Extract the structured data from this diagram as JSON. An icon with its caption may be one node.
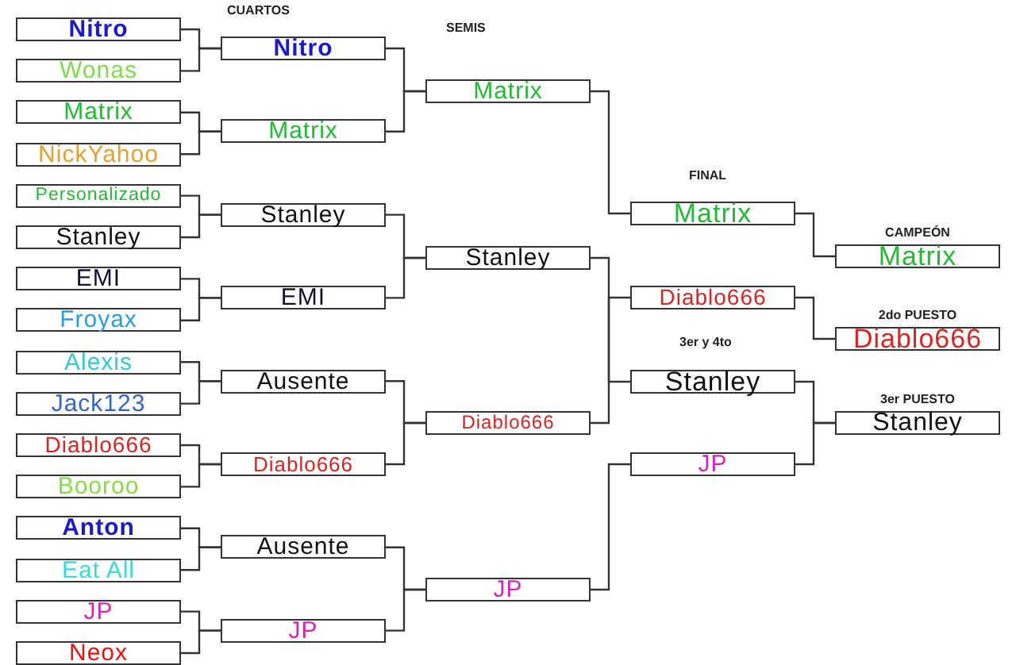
{
  "diagram": {
    "nodes": [
      {
        "text": [
          "Nitro"
        ]
      },
      {
        "text": [
          "Wonas"
        ]
      },
      {
        "text": [
          "Matrix"
        ]
      },
      {
        "text": [
          "NickYahoo"
        ]
      },
      {
        "text": [
          "Personalizado"
        ]
      },
      {
        "text": [
          "Stanley"
        ]
      },
      {
        "text": [
          "EMI"
        ]
      },
      {
        "text": [
          "Froyax"
        ]
      },
      {
        "text": [
          "Alexis"
        ]
      },
      {
        "text": [
          "Jack123"
        ]
      },
      {
        "text": [
          "Diablo666"
        ]
      },
      {
        "text": [
          "Booroo"
        ]
      },
      {
        "text": [
          "Anton"
        ]
      },
      {
        "text": [
          "Eat All"
        ]
      },
      {
        "text": [
          "JP"
        ]
      },
      {
        "text": [
          "Neox"
        ]
      },
      {
        "text": [
          "Nitro"
        ]
      },
      {
        "text": [
          "Matrix"
        ]
      },
      {
        "text": [
          "Stanley"
        ]
      },
      {
        "text": [
          "EMI"
        ]
      },
      {
        "text": [
          "Ausente"
        ]
      },
      {
        "text": [
          "Diablo666"
        ]
      },
      {
        "text": [
          "Ausente"
        ]
      },
      {
        "text": [
          "JP"
        ]
      },
      {
        "text": [
          "Matrix"
        ]
      },
      {
        "text": [
          "Stanley"
        ]
      },
      {
        "text": [
          "Diablo666"
        ]
      },
      {
        "text": [
          "JP"
        ]
      },
      {
        "text": [
          "Matrix"
        ]
      },
      {
        "text": [
          "Diablo666"
        ]
      },
      {
        "text": [
          "Stanley"
        ]
      },
      {
        "text": [
          "JP"
        ]
      },
      {
        "text": [
          "CAMPEÓN",
          "Matrix"
        ]
      },
      {
        "text": [
          "2do PUESTO",
          "Diablo666"
        ]
      },
      {
        "text": [
          "3er PUESTO",
          "Stanley"
        ]
      }
    ],
    "edges": [
      {
        "from": 0,
        "to": 16,
        "arrow": "none"
      },
      {
        "from": 1,
        "to": 16,
        "arrow": "none"
      },
      {
        "from": 2,
        "to": 17,
        "arrow": "none"
      },
      {
        "from": 3,
        "to": 17,
        "arrow": "none"
      },
      {
        "from": 4,
        "to": 18,
        "arrow": "none"
      },
      {
        "from": 5,
        "to": 18,
        "arrow": "none"
      },
      {
        "from": 6,
        "to": 19,
        "arrow": "none"
      },
      {
        "from": 7,
        "to": 19,
        "arrow": "none"
      },
      {
        "from": 8,
        "to": 20,
        "arrow": "none"
      },
      {
        "from": 9,
        "to": 20,
        "arrow": "none"
      },
      {
        "from": 10,
        "to": 21,
        "arrow": "none"
      },
      {
        "from": 11,
        "to": 21,
        "arrow": "none"
      },
      {
        "from": 12,
        "to": 22,
        "arrow": "none"
      },
      {
        "from": 13,
        "to": 22,
        "arrow": "none"
      },
      {
        "from": 14,
        "to": 23,
        "arrow": "none"
      },
      {
        "from": 15,
        "to": 23,
        "arrow": "none"
      },
      {
        "from": 16,
        "to": 24,
        "arrow": "none"
      },
      {
        "from": 17,
        "to": 24,
        "arrow": "none"
      },
      {
        "from": 18,
        "to": 25,
        "arrow": "none"
      },
      {
        "from": 19,
        "to": 25,
        "arrow": "none"
      },
      {
        "from": 20,
        "to": 26,
        "arrow": "none"
      },
      {
        "from": 21,
        "to": 26,
        "arrow": "none"
      },
      {
        "from": 22,
        "to": 27,
        "arrow": "none"
      },
      {
        "from": 23,
        "to": 27,
        "arrow": "none"
      },
      {
        "from": 24,
        "to": 28,
        "arrow": "none"
      },
      {
        "from": 26,
        "to": 29,
        "arrow": "none"
      },
      {
        "from": 25,
        "to": 30,
        "arrow": "none"
      },
      {
        "from": 27,
        "to": 31,
        "arrow": "none"
      },
      {
        "from": 28,
        "to": 32,
        "arrow": "none"
      },
      {
        "from": 29,
        "to": 33,
        "arrow": "none"
      },
      {
        "from": 30,
        "to": 34,
        "arrow": "none"
      },
      {
        "from": 31,
        "to": 34,
        "arrow": "none"
      }
    ],
    "labels": [
      "CUARTOS",
      "SEMIS",
      "FINAL",
      "3er y 4to"
    ]
  }
}
